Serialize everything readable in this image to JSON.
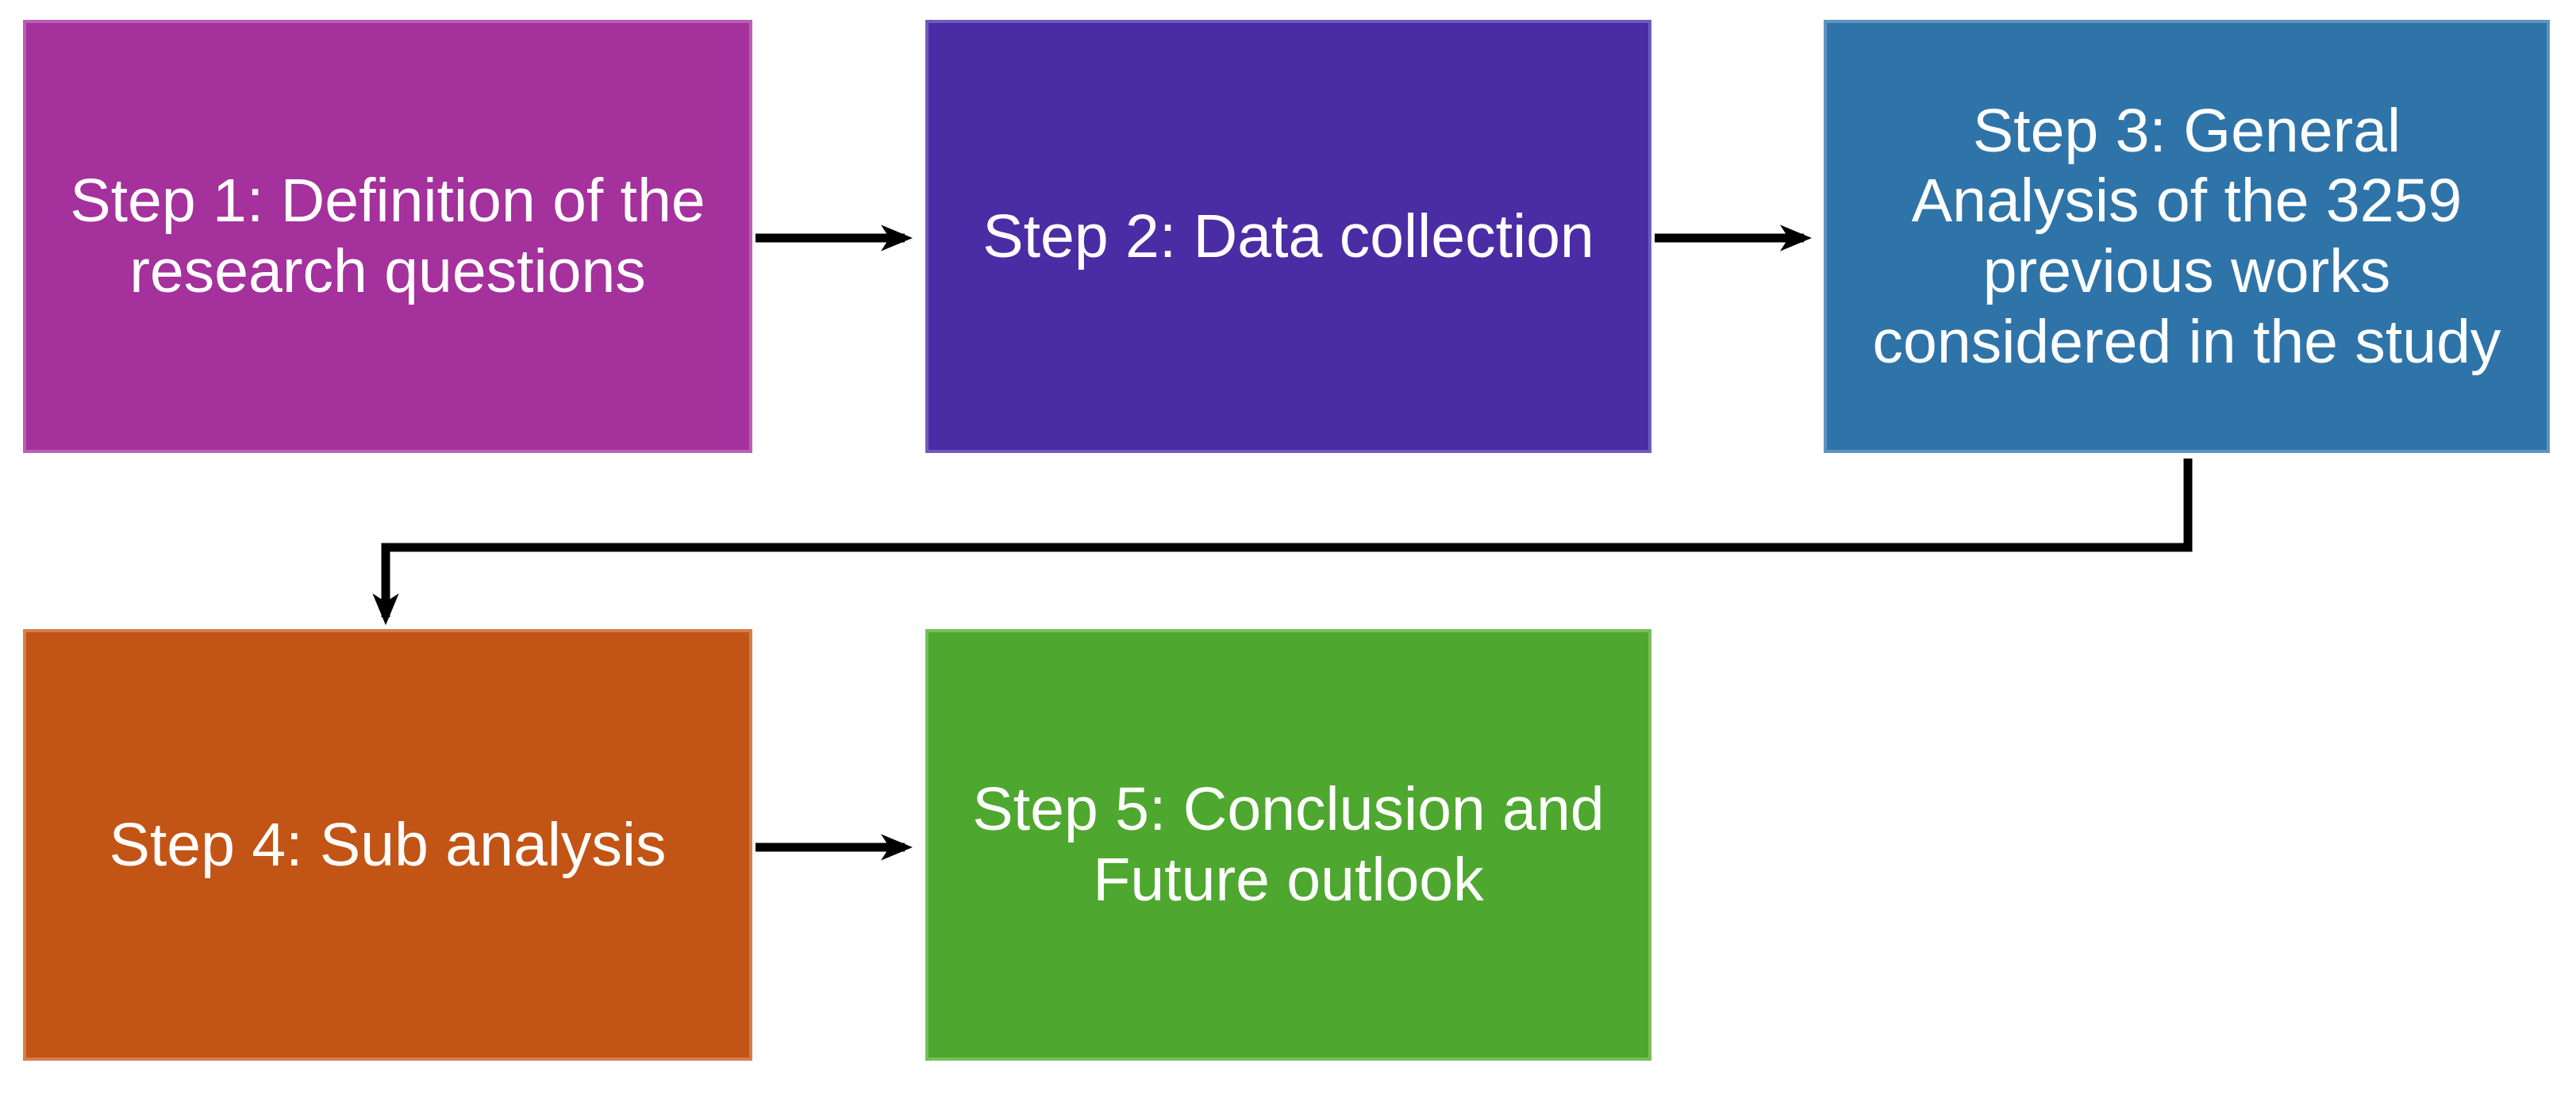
{
  "diagram": {
    "type": "flowchart",
    "text_color": "#FFFFFF",
    "arrow_color": "#000000",
    "background_color": "#FFFFFF",
    "steps": [
      {
        "id": "step-1",
        "label": "Step 1: Definition of the\nresearch questions",
        "fill": "#A4319C",
        "border": "#BA60B2"
      },
      {
        "id": "step-2",
        "label": "Step 2: Data collection",
        "fill": "#4A2DA4",
        "border": "#715ABD"
      },
      {
        "id": "step-3",
        "label": "Step 3: General\nAnalysis of the 3259\nprevious works\nconsidered in the study",
        "fill": "#2F74A9",
        "border": "#5E94BE"
      },
      {
        "id": "step-4",
        "label": "Step 4: Sub analysis",
        "fill": "#C25415",
        "border": "#D57F4B"
      },
      {
        "id": "step-5",
        "label": "Step 5: Conclusion and\nFuture outlook",
        "fill": "#4EA72E",
        "border": "#78BD5D"
      }
    ],
    "connections": [
      {
        "from": "step-1",
        "to": "step-2"
      },
      {
        "from": "step-2",
        "to": "step-3"
      },
      {
        "from": "step-3",
        "to": "step-4"
      },
      {
        "from": "step-4",
        "to": "step-5"
      }
    ]
  }
}
